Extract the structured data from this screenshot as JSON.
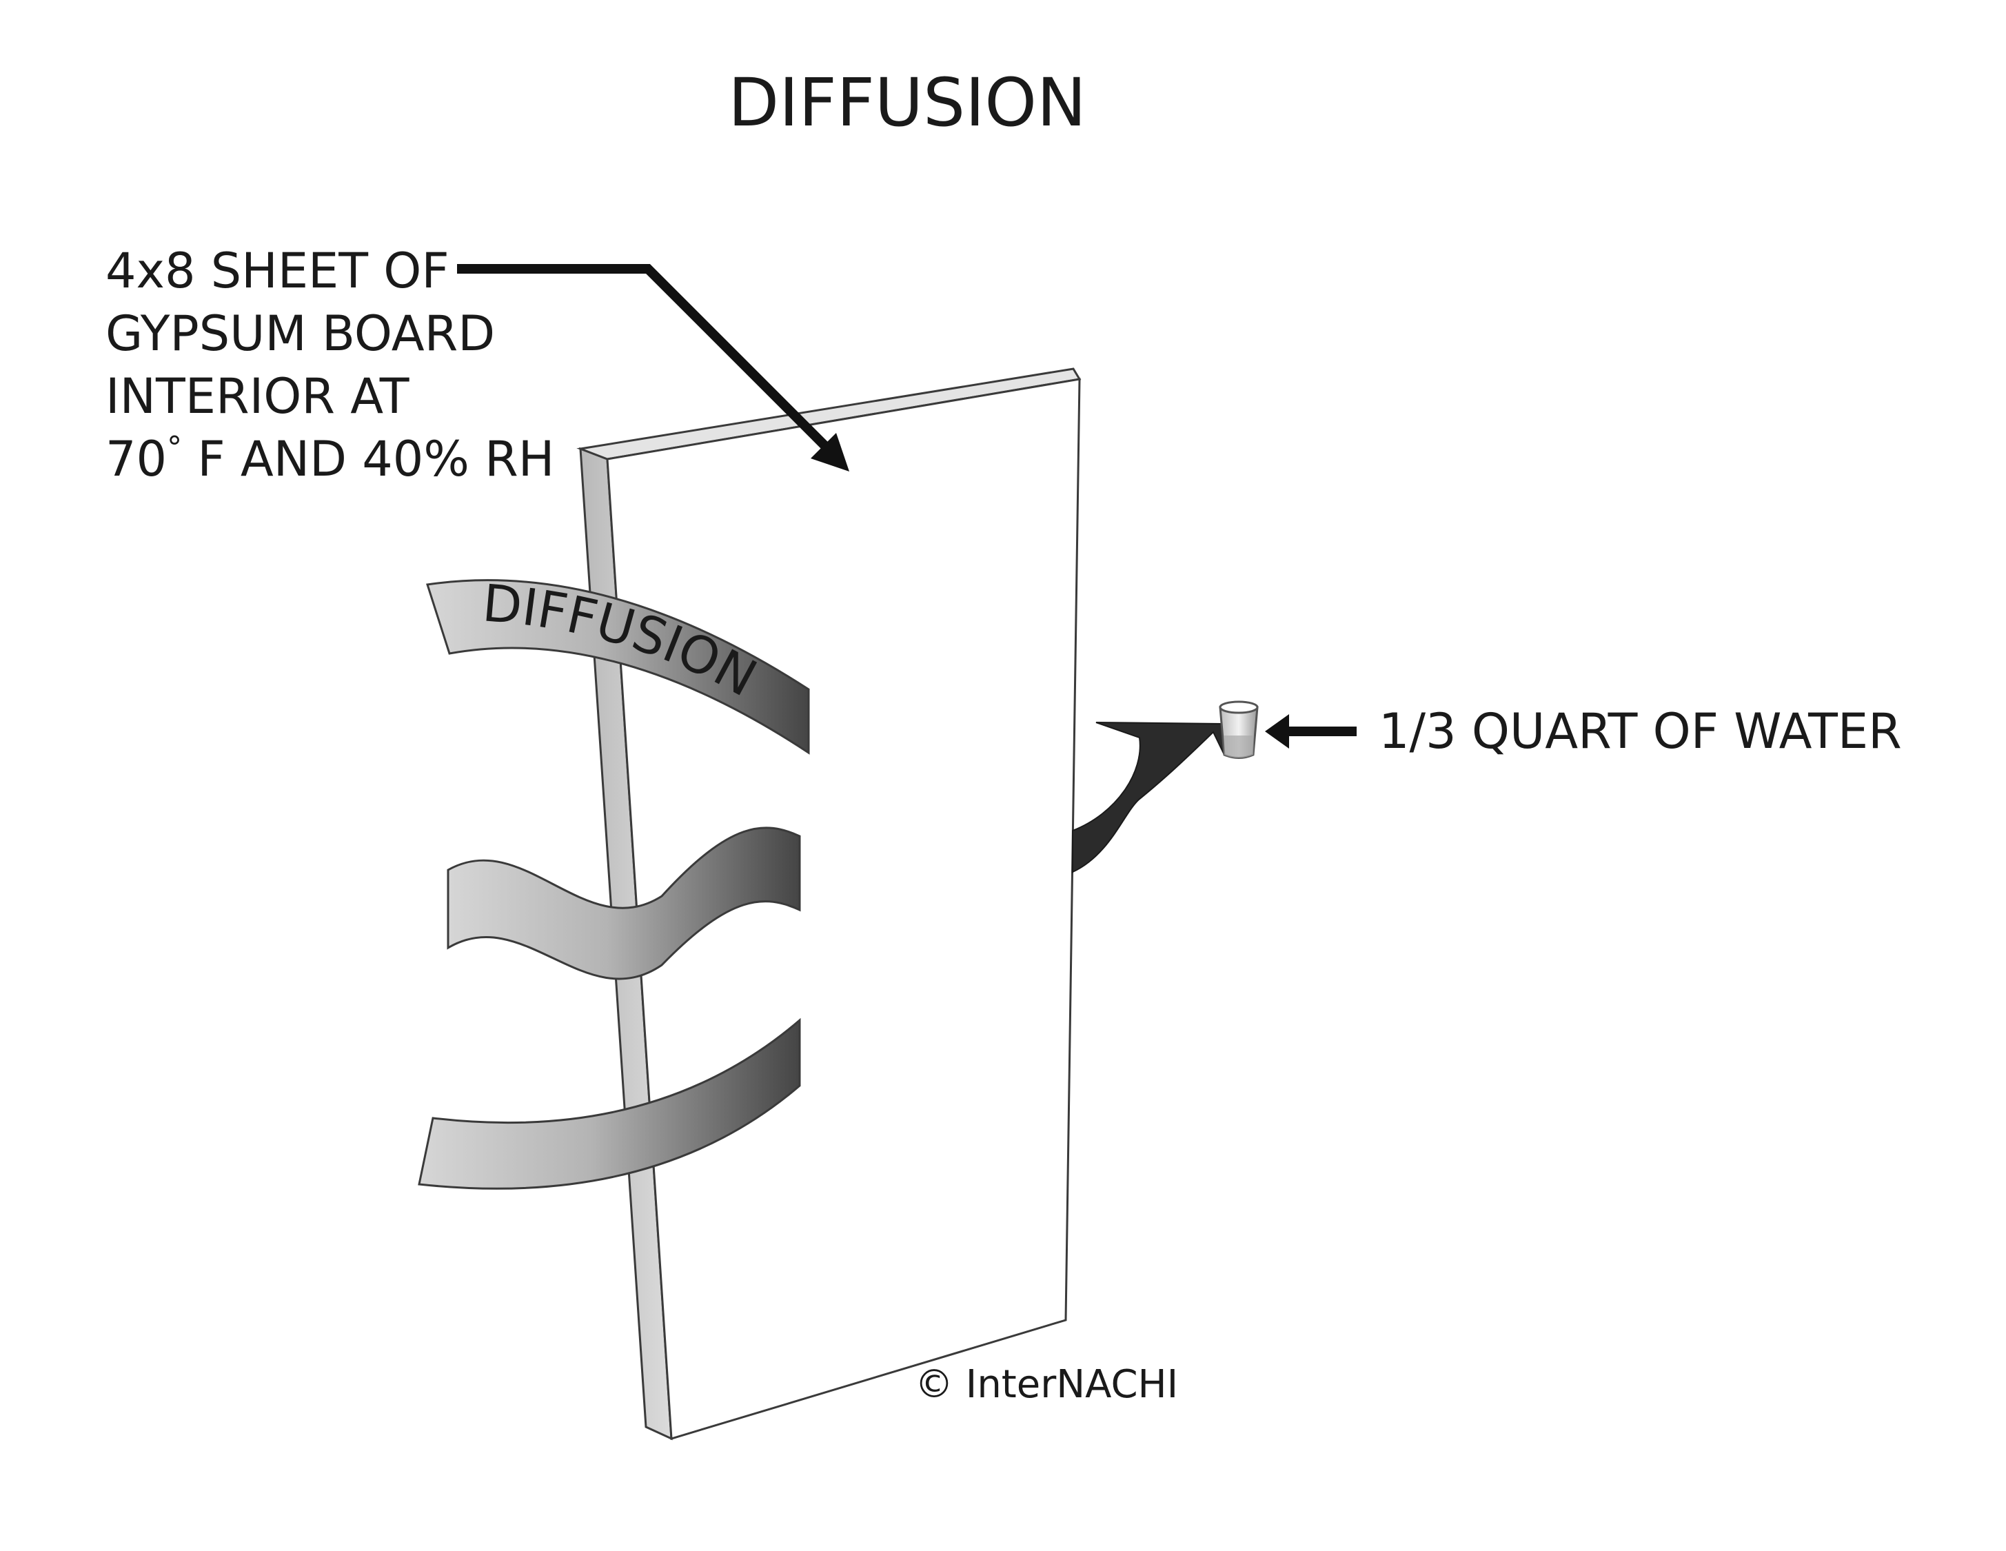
{
  "title": "DIFFUSION",
  "board_label": {
    "line1": "4x8 SHEET OF",
    "line2": "GYPSUM BOARD",
    "line3": "INTERIOR AT",
    "line4_prefix": "70",
    "line4_degree": "°",
    "line4_suffix": " F AND 40% RH"
  },
  "flow_label": "DIFFUSION",
  "water_label": "1/3 QUART OF WATER",
  "copyright": "© InterNACHI",
  "colors": {
    "board_face": "#ffffff",
    "board_edge": "#c8c8c8",
    "outline": "#3a3a3a",
    "band_light": "#cfcfcf",
    "band_dark": "#4a4a4a",
    "leader": "#111111",
    "text": "#1a1a1a"
  }
}
